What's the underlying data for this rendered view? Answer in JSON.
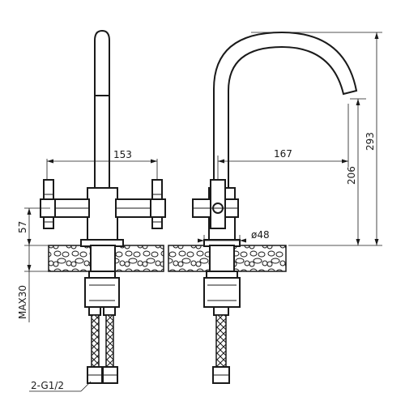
{
  "dimensions": {
    "width_left": "153",
    "reach": "167",
    "height_total": "293",
    "height_spout": "206",
    "height_handle": "57",
    "counter_max": "MAX30",
    "base_diameter": "ø48",
    "connection": "2-G1/2"
  }
}
